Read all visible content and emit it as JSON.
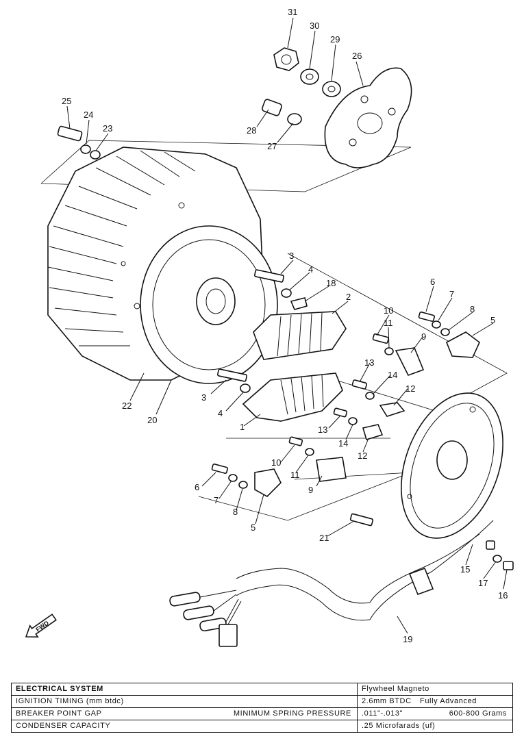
{
  "diagram": {
    "callouts": [
      "31",
      "30",
      "29",
      "26",
      "25",
      "24",
      "23",
      "28",
      "27",
      "3",
      "4",
      "18",
      "2",
      "10",
      "11",
      "9",
      "6",
      "7",
      "8",
      "5",
      "13",
      "14",
      "12",
      "3",
      "4",
      "1",
      "22",
      "20",
      "13",
      "14",
      "12",
      "10",
      "11",
      "9",
      "6",
      "7",
      "8",
      "5",
      "21",
      "15",
      "17",
      "16",
      "19"
    ],
    "arrow_label": "FWD"
  },
  "table": {
    "title": "ELECTRICAL SYSTEM",
    "title_value": "Flywheel Magneto",
    "rows": [
      {
        "label": "IGNITION TIMING (mm btdc)",
        "extra": "",
        "value": "2.6mm BTDC",
        "value_extra": "Fully Advanced"
      },
      {
        "label": "BREAKER POINT GAP",
        "extra": "MINIMUM SPRING PRESSURE",
        "value": ".011\"-.013\"",
        "value_extra": "600-800 Grams"
      },
      {
        "label": "CONDENSER CAPACITY",
        "extra": "",
        "value": ".25 Microfarads (uf)",
        "value_extra": ""
      }
    ]
  }
}
